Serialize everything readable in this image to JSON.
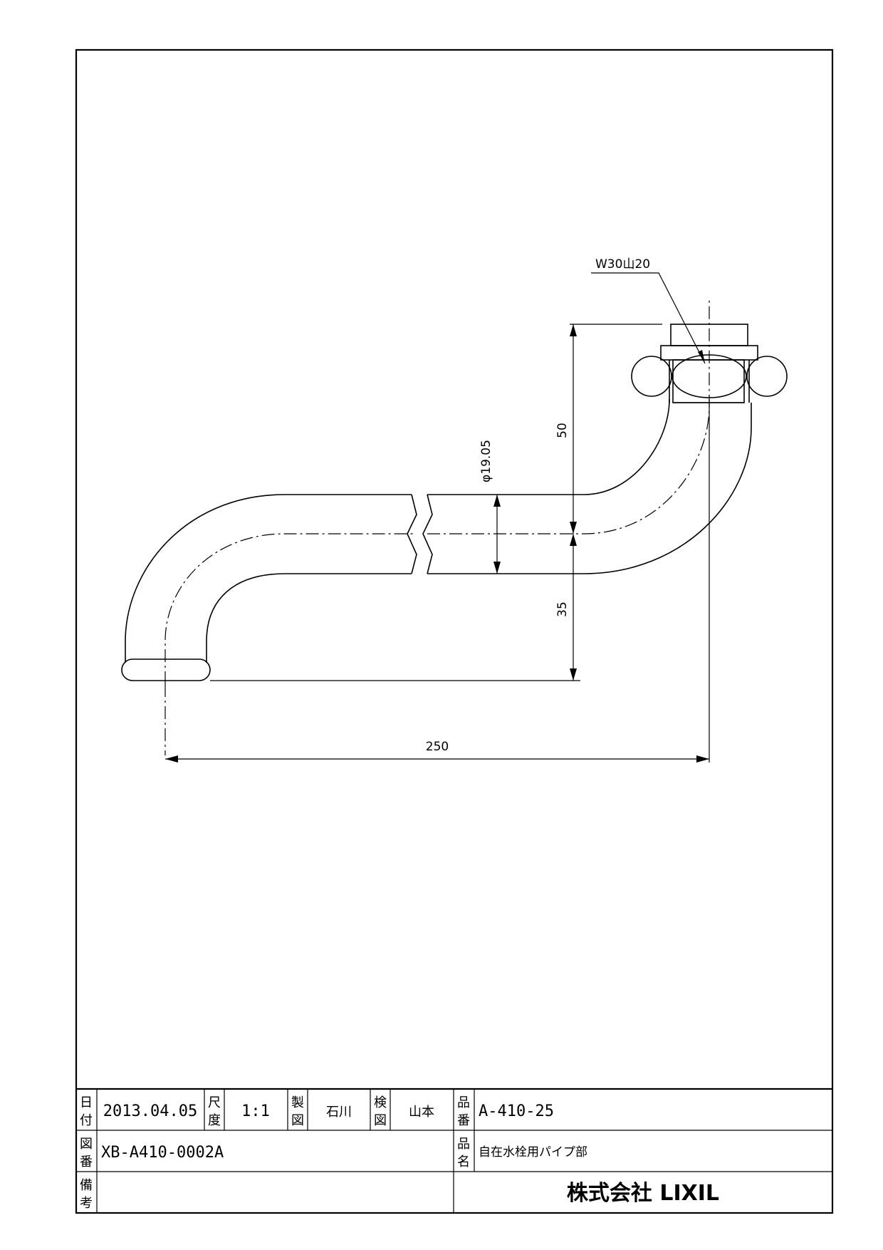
{
  "dimensions": {
    "thread_spec": "W30山20",
    "height_upper": "50",
    "diameter": "φ19.05",
    "height_lower": "35",
    "length": "250"
  },
  "title_block": {
    "date_label": [
      "日",
      "付"
    ],
    "date": "2013.04.05",
    "scale_label": [
      "尺",
      "度"
    ],
    "scale": "1:1",
    "drawn_label": [
      "製",
      "図"
    ],
    "drawn_by": "石川",
    "checked_label": [
      "検",
      "図"
    ],
    "checked_by": "山本",
    "part_no_label": [
      "品",
      "番"
    ],
    "part_no": "A-410-25",
    "drawing_no_label": [
      "図",
      "番"
    ],
    "drawing_no": "XB-A410-0002A",
    "part_name_label": [
      "品",
      "名"
    ],
    "part_name": "自在水栓用パイプ部",
    "remarks_label": [
      "備",
      "考"
    ],
    "company": "株式会社 LIXIL"
  }
}
